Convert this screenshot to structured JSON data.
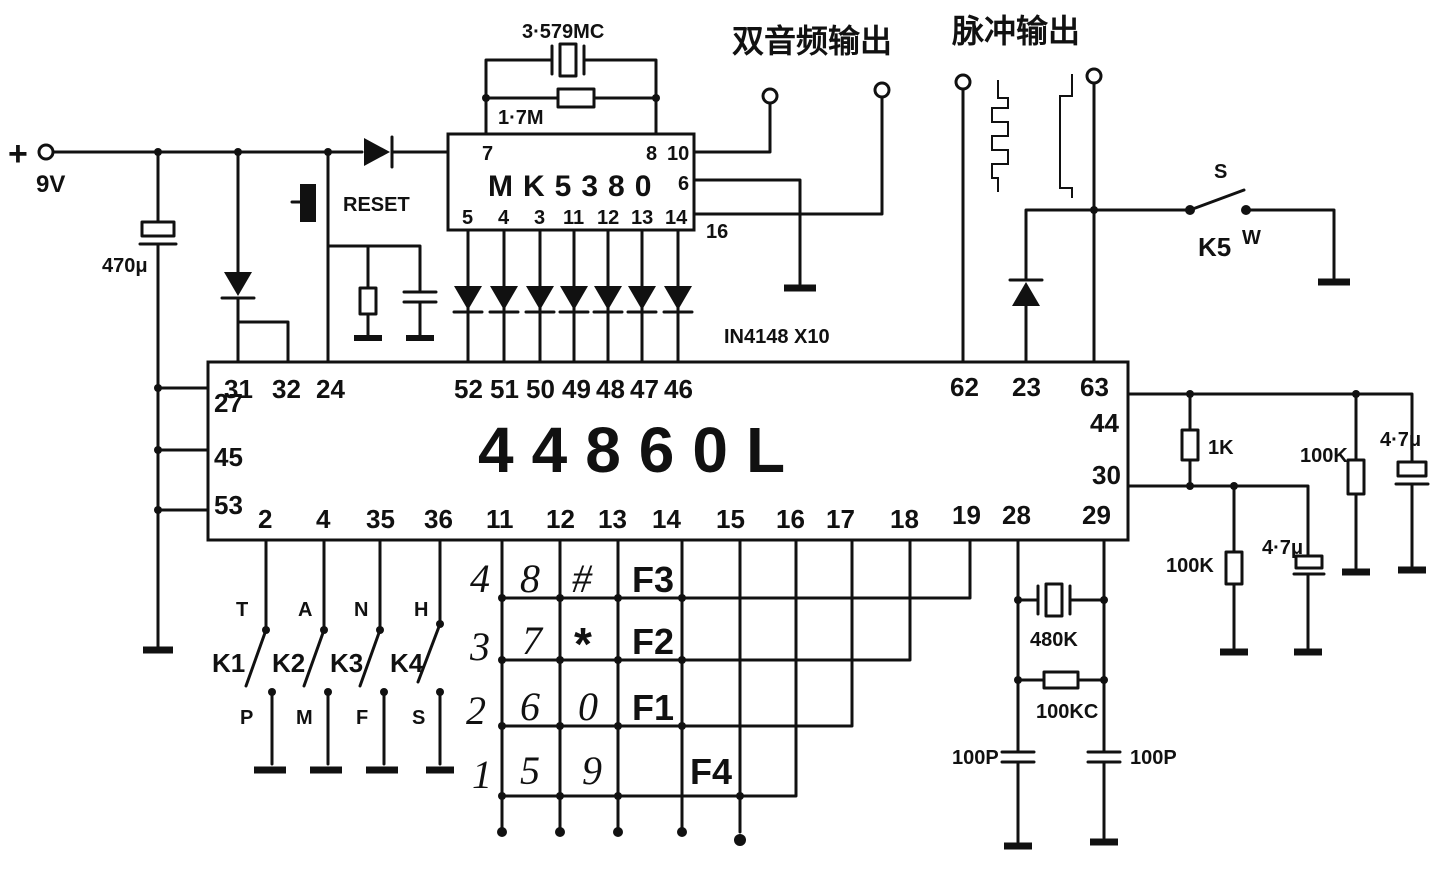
{
  "labels": {
    "supply_plus": "+",
    "supply_voltage": "9V",
    "crystal_top": "3·579MC",
    "resistor_17m": "1·7M",
    "ic_mk5380": "MK5380",
    "reset": "RESET",
    "cap_470": "470μ",
    "diodes_note": "IN4148 X10",
    "dual_tone_output": "双音频输出",
    "pulse_output": "脉冲输出",
    "switch_s": "S",
    "switch_k5": "K5",
    "switch_w": "W",
    "main_chip": "44860L",
    "res_1k": "1K",
    "res_100k_right": "100K",
    "cap_47u_a": "4·7μ",
    "res_100k_low": "100K",
    "cap_47u_b": "4·7μ",
    "crystal_480k": "480K",
    "res_100kc": "100KC",
    "cap_100p_left": "100P",
    "cap_100p_right": "100P"
  },
  "mk5380_pins": {
    "p7": "7",
    "p8": "8",
    "p10": "10",
    "p6": "6",
    "p16": "16",
    "p5": "5",
    "p4": "4",
    "p3": "3",
    "p11": "11",
    "p12": "12",
    "p13": "13",
    "p14": "14"
  },
  "chip_top_pins": [
    "31",
    "32",
    "24",
    "52",
    "51",
    "50",
    "49",
    "48",
    "47",
    "46",
    "62",
    "23",
    "63"
  ],
  "chip_left_pins": [
    "27",
    "45",
    "53"
  ],
  "chip_right_pins": [
    "44",
    "30"
  ],
  "chip_bottom_pins": [
    "2",
    "4",
    "35",
    "36",
    "11",
    "12",
    "13",
    "14",
    "15",
    "16",
    "17",
    "18",
    "19",
    "28",
    "29"
  ],
  "mode_switches": [
    {
      "top": "T",
      "name": "K1",
      "bottom": "P"
    },
    {
      "top": "A",
      "name": "K2",
      "bottom": "M"
    },
    {
      "top": "N",
      "name": "K3",
      "bottom": "F"
    },
    {
      "top": "H",
      "name": "K4",
      "bottom": "S"
    }
  ],
  "keypad": {
    "row_labels": [
      "4",
      "3",
      "2",
      "1"
    ],
    "rows": [
      [
        "8",
        "#",
        "F3"
      ],
      [
        "7",
        "*",
        "F2"
      ],
      [
        "6",
        "0",
        "F1"
      ],
      [
        "5",
        "9",
        "",
        "F4"
      ]
    ]
  }
}
